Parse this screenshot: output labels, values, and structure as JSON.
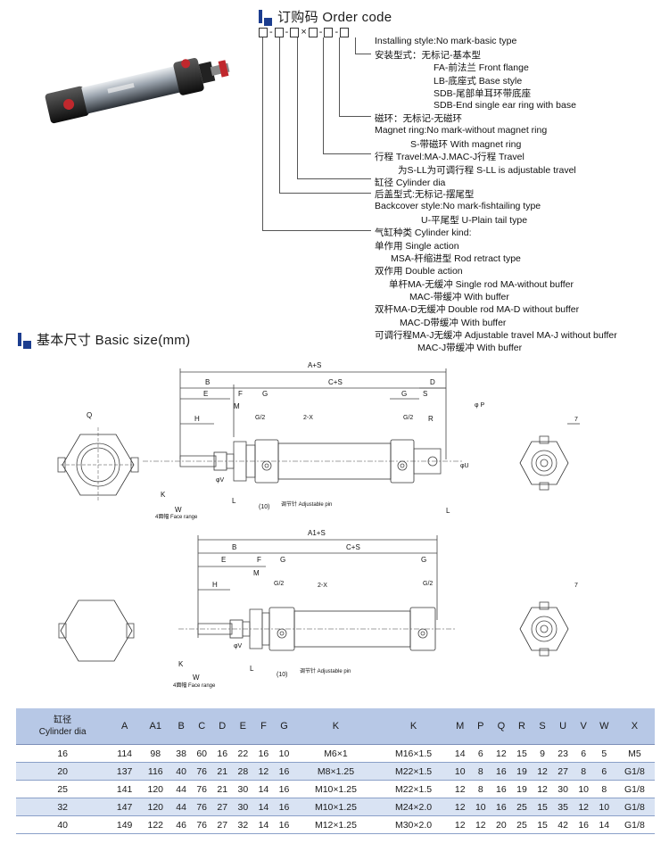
{
  "order_section": {
    "title": "订购码 Order code",
    "code_parts": [
      "-",
      "-",
      "×",
      "-",
      "-"
    ],
    "lines": [
      "Installing style:No mark-basic type",
      "安装型式：无标记-基本型",
      "FA-前法兰 Front flange",
      "LB-底座式 Base style",
      "SDB-尾部单耳环带底座",
      "SDB-End single ear ring with base",
      "磁环：无标记-无磁环",
      "Magnet ring:No mark-without magnet ring",
      "S-带磁环 With magnet ring",
      "行程 Travel:MA-J.MAC-J行程 Travel",
      "为S-LL为可调行程 S-LL is adjustable travel",
      "缸径 Cylinder dia",
      "后盖型式:无标记-摆尾型",
      "Backcover style:No mark-fishtailing type",
      "U-平尾型 U-Plain tail type",
      "气缸种类 Cylinder kind:",
      "单作用 Single action",
      "MSA-杆缩进型 Rod retract type",
      "双作用 Double action",
      "单杆MA-无缓冲 Single rod MA-without buffer",
      "MAC-带缓冲 With buffer",
      "双杆MA-D无缓冲 Double rod MA-D without buffer",
      "MAC-D带缓冲 With buffer",
      "可调行程MA-J无缓冲 Adjustable travel MA-J without buffer",
      "MAC-J带缓冲 With buffer"
    ]
  },
  "basic_section": {
    "title": "基本尺寸 Basic size(mm)"
  },
  "drawing_labels": {
    "top_total": "A+S",
    "top_b": "B",
    "top_cs": "C+S",
    "e": "E",
    "f": "F",
    "g": "G",
    "s": "S",
    "d": "D",
    "h": "H",
    "m": "M",
    "g2": "G/2",
    "x2": "2-X",
    "r": "R",
    "pm": "φ P",
    "u": "φU",
    "v": "φV",
    "k": "K",
    "w": "W",
    "l": "L",
    "ten": "(10)",
    "q": "Q",
    "seven": "7",
    "adjust": "调节针 Adjustable pin",
    "face": "4面幅 Face range",
    "bot_total": "A1+S",
    "bot_adjust": "调节针 Adjustable pin",
    "bot_face": "4面幅 Face range"
  },
  "table": {
    "header_first": [
      "缸径",
      "Cylinder dia"
    ],
    "headers": [
      "A",
      "A1",
      "B",
      "C",
      "D",
      "E",
      "F",
      "G",
      "K",
      "K",
      "M",
      "P",
      "Q",
      "R",
      "S",
      "U",
      "V",
      "W",
      "X"
    ],
    "rows": [
      [
        "16",
        "114",
        "98",
        "38",
        "60",
        "16",
        "22",
        "16",
        "10",
        "M6×1",
        "M16×1.5",
        "14",
        "6",
        "12",
        "15",
        "9",
        "23",
        "6",
        "5",
        "M5"
      ],
      [
        "20",
        "137",
        "116",
        "40",
        "76",
        "21",
        "28",
        "12",
        "16",
        "M8×1.25",
        "M22×1.5",
        "10",
        "8",
        "16",
        "19",
        "12",
        "27",
        "8",
        "6",
        "G1/8"
      ],
      [
        "25",
        "141",
        "120",
        "44",
        "76",
        "21",
        "30",
        "14",
        "16",
        "M10×1.25",
        "M22×1.5",
        "12",
        "8",
        "16",
        "19",
        "12",
        "30",
        "10",
        "8",
        "G1/8"
      ],
      [
        "32",
        "147",
        "120",
        "44",
        "76",
        "27",
        "30",
        "14",
        "16",
        "M10×1.25",
        "M24×2.0",
        "12",
        "10",
        "16",
        "25",
        "15",
        "35",
        "12",
        "10",
        "G1/8"
      ],
      [
        "40",
        "149",
        "122",
        "46",
        "76",
        "27",
        "32",
        "14",
        "16",
        "M12×1.25",
        "M30×2.0",
        "12",
        "12",
        "20",
        "25",
        "15",
        "42",
        "16",
        "14",
        "G1/8"
      ]
    ]
  }
}
